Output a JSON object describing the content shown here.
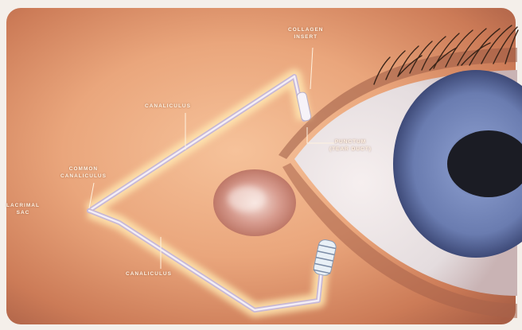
{
  "labels": {
    "collagen_insert": [
      "COLLAGEN",
      "INSERT"
    ],
    "canaliculus_upper": "CANALICULUS",
    "punctum": [
      "PUNCTUM",
      "(TEAR DUCT)"
    ],
    "common_canaliculus": [
      "COMMON",
      "CANALICULUS"
    ],
    "lacrimal_sac": [
      "LACRIMAL",
      "SAC"
    ],
    "canaliculus_lower": "CANALICULUS"
  },
  "colors": {
    "skin_light": "#f1b78f",
    "skin_mid": "#dd8f66",
    "skin_dark": "#b9674a",
    "iris_blue": "#6d7fb2",
    "pupil": "#1b1c24",
    "duct_glow": "#ffe8b0",
    "duct_tube": "#d7cde2",
    "caruncle": "#c97f74",
    "label_text": "#fff4e6"
  }
}
